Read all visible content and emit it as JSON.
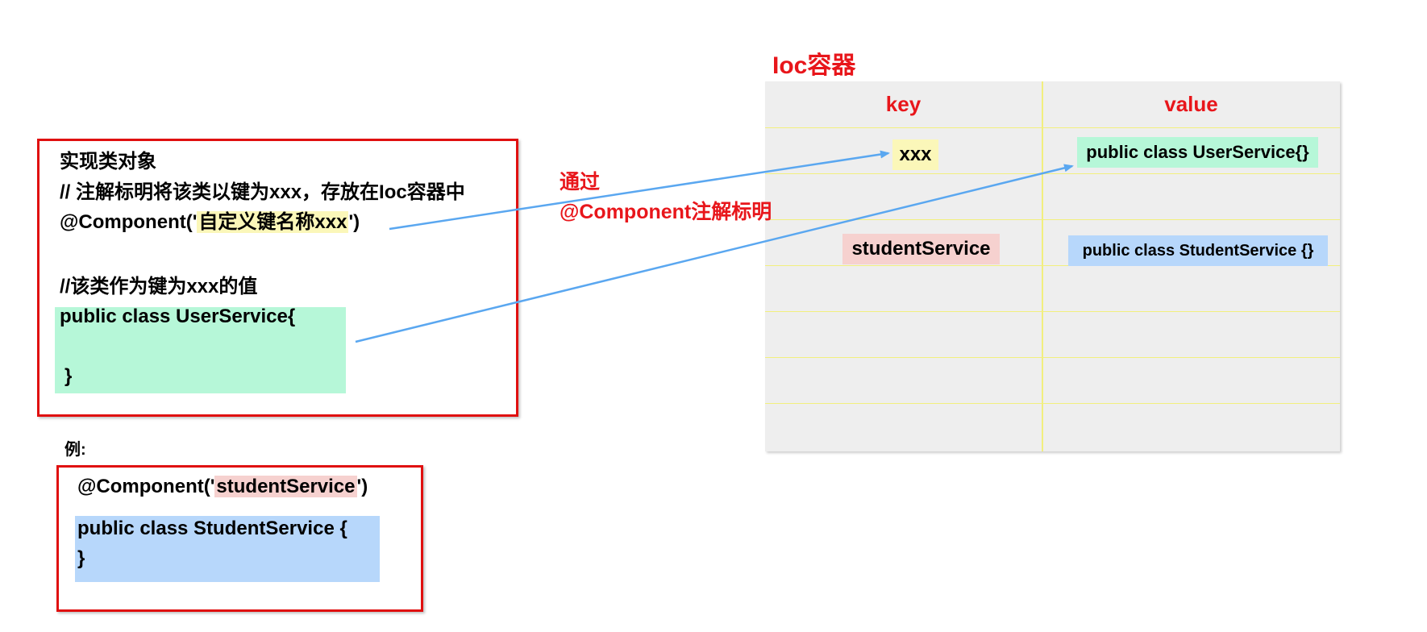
{
  "container": {
    "title": "Ioc容器",
    "key_header": "key",
    "value_header": "value",
    "rows": [
      {
        "key": "xxx",
        "value": "public class UserService{}"
      },
      {
        "key": "",
        "value": ""
      },
      {
        "key": "studentService",
        "value": "public class  StudentService {}"
      },
      {
        "key": "",
        "value": ""
      },
      {
        "key": "",
        "value": ""
      },
      {
        "key": "",
        "value": ""
      },
      {
        "key": "",
        "value": ""
      }
    ]
  },
  "main_box": {
    "line1": "实现类对象",
    "line2": " //  注解标明将该类以键为xxx，存放在Ioc容器中",
    "annotation_prefix": "@Component('",
    "annotation_key": "自定义键名称xxx",
    "annotation_suffix": "')",
    "comment": "//该类作为键为xxx的值",
    "class_open": "public class UserService{",
    "class_close": "}"
  },
  "example": {
    "label": "例:",
    "annotation_prefix": "@Component('",
    "annotation_key": "studentService",
    "annotation_suffix": "')",
    "class_open": "public class  StudentService {",
    "class_close": "}"
  },
  "arrow_note": {
    "line1": "通过",
    "line2": "@Component注解标明"
  },
  "colors": {
    "red": "#e8161b",
    "arrow": "#5aa7f0",
    "key_highlight": "#fbf7b9",
    "user_service": "#b6f7d8",
    "student_key": "#f6d1cf",
    "student_service": "#b7d7fb"
  }
}
